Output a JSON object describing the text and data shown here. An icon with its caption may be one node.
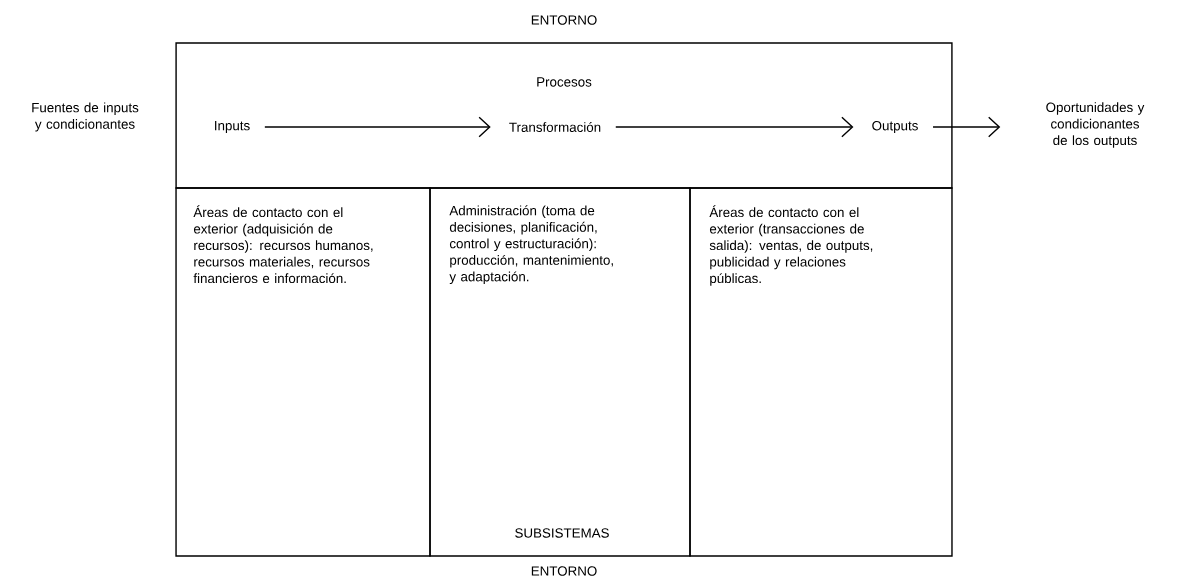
{
  "diagram": {
    "nodes": [
      {
        "text": [
          "Procesos"
        ]
      },
      {
        "text": [
          "Inputs"
        ],
        "in": 0
      },
      {
        "text": [
          "Transformación"
        ],
        "in": 0
      },
      {
        "text": [
          "Outputs"
        ],
        "in": 0
      },
      {
        "text": [
          "Oportunidades y condicionantes de los outputs"
        ]
      },
      {
        "text": [
          "Áreas de contacto con el exterior (adquisición de recursos): recursos humanos, recursos materiales, recursos financieros e información."
        ]
      },
      {
        "text": [
          "Administración (toma de decisiones, planificación, control y estructuración): producción, mantenimiento, y adaptación.",
          "SUBSISTEMAS"
        ]
      },
      {
        "text": [
          "Áreas de contacto con el exterior (transacciones de salida): ventas, de outputs, publicidad y relaciones públicas."
        ]
      }
    ],
    "edges": [
      {
        "from": 1,
        "to": 2,
        "arrow": "to"
      },
      {
        "from": 2,
        "to": 3,
        "arrow": "to"
      },
      {
        "from": 3,
        "to": 4,
        "arrow": "to"
      }
    ],
    "labels": [
      "ENTORNO",
      "Fuentes de inputs y condicionantes",
      "ENTORNO"
    ]
  }
}
